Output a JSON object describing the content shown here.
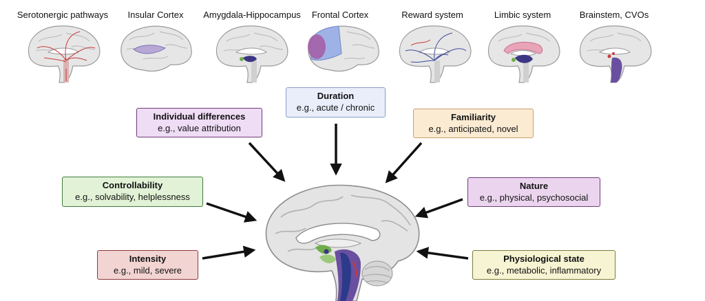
{
  "brain_regions": [
    {
      "label": "Serotonergic pathways"
    },
    {
      "label": "Insular Cortex"
    },
    {
      "label": "Amygdala-Hippocampus"
    },
    {
      "label": "Frontal Cortex"
    },
    {
      "label": "Reward system"
    },
    {
      "label": "Limbic system"
    },
    {
      "label": "Brainstem, CVOs"
    }
  ],
  "factors": {
    "duration": {
      "title": "Duration",
      "example": "e.g., acute / chronic",
      "color": "#e9eefa",
      "border": "#8a9cc8"
    },
    "individual": {
      "title": "Individual differences",
      "example": "e.g., value attribution",
      "color": "#efdcf5",
      "border": "#6e3a78"
    },
    "familiarity": {
      "title": "Familiarity",
      "example": "e.g., anticipated, novel",
      "color": "#fcebd3",
      "border": "#c9a06a"
    },
    "controllability": {
      "title": "Controllability",
      "example": "e.g., solvability, helplessness",
      "color": "#e2f2d6",
      "border": "#3f7a3a"
    },
    "nature": {
      "title": "Nature",
      "example": "e.g., physical, psychosocial",
      "color": "#ebd5ee",
      "border": "#6e3a78"
    },
    "intensity": {
      "title": "Intensity",
      "example": "e.g., mild, severe",
      "color": "#f2d4d3",
      "border": "#8a3a3a"
    },
    "physiological": {
      "title": "Physiological state",
      "example": "e.g., metabolic, inflammatory",
      "color": "#f6f4d2",
      "border": "#7a7a3a"
    }
  }
}
